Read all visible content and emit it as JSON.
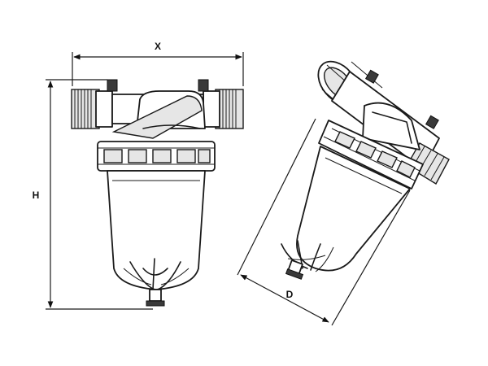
{
  "labels": {
    "width": "X",
    "height": "H",
    "diagonal": "D"
  }
}
